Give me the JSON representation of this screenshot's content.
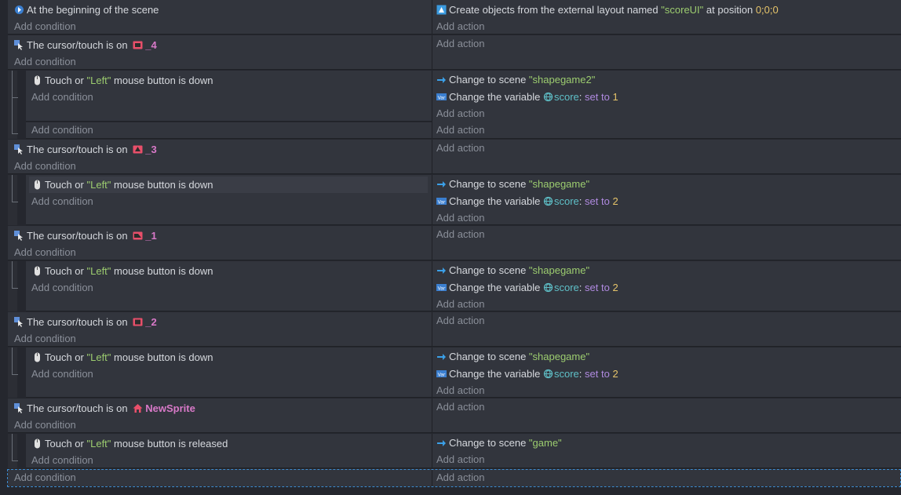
{
  "labels": {
    "add_condition": "Add condition",
    "add_action": "Add action",
    "begin_scene": "At the beginning of the scene",
    "cursor_on": "The cursor/touch is on",
    "touch_or": "Touch or",
    "left": "\"Left\"",
    "mouse_down": "mouse button is down",
    "mouse_released": "mouse button is released",
    "change_scene": "Change to scene",
    "change_var": "Change the variable",
    "score": "score",
    "set_to": "set to",
    "colon": ":",
    "create_objects": "Create objects from the external layout named",
    "at_position": "at position"
  },
  "events": {
    "e0": {
      "layout": "\"scoreUI\"",
      "position": "0;0;0"
    },
    "e1": {
      "object": "_4",
      "scene": "\"shapegame2\"",
      "value": "1"
    },
    "e2": {
      "object": "_3",
      "scene": "\"shapegame\"",
      "value": "2"
    },
    "e3": {
      "object": "_1",
      "scene": "\"shapegame\"",
      "value": "2"
    },
    "e4": {
      "object": "_2",
      "scene": "\"shapegame\"",
      "value": "2"
    },
    "e5": {
      "object": "NewSprite",
      "scene": "\"game\""
    }
  },
  "icons": {
    "scene_start": "scene-start-icon",
    "cursor": "cursor-icon",
    "mouse": "mouse-icon",
    "arrow": "change-scene-arrow-icon",
    "variable": "variable-icon",
    "global": "global-variable-icon",
    "layout": "external-layout-icon",
    "sprite": "sprite-object-icon",
    "home": "home-sprite-icon"
  },
  "colors": {
    "background": "#25272e",
    "row": "#32353d",
    "string": "#9ccc6f",
    "number": "#e6c46a",
    "object": "#d879c8",
    "variable": "#5fc0c8",
    "operator": "#b08ae0",
    "dashed_selection": "#3d8bd0"
  }
}
